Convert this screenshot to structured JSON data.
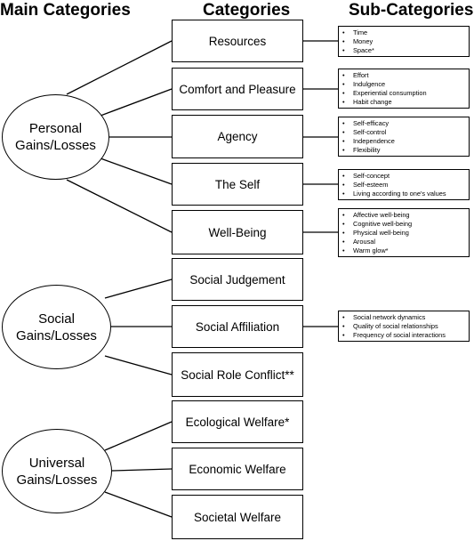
{
  "headers": {
    "main": "Main Categories",
    "categories": "Categories",
    "subcategories": "Sub-Categories"
  },
  "main_categories": [
    {
      "label_line1": "Personal",
      "label_line2": "Gains/Losses"
    },
    {
      "label_line1": "Social",
      "label_line2": "Gains/Losses"
    },
    {
      "label_line1": "Universal",
      "label_line2": "Gains/Losses"
    }
  ],
  "categories": [
    {
      "label": "Resources",
      "sub": [
        "Time",
        "Money",
        "Space*"
      ]
    },
    {
      "label": "Comfort and Pleasure",
      "sub": [
        "Effort",
        "Indulgence",
        "Experiential consumption",
        "Habit change"
      ]
    },
    {
      "label": "Agency",
      "sub": [
        "Self-efficacy",
        "Self-control",
        "Independence",
        "Flexibility"
      ]
    },
    {
      "label": "The Self",
      "sub": [
        "Self-concept",
        "Self-esteem",
        "Living according to one's values"
      ]
    },
    {
      "label": "Well-Being",
      "sub": [
        "Affective well-being",
        "Cognitive well-being",
        "Physical well-being",
        "Arousal",
        "Warm glow*"
      ]
    },
    {
      "label": "Social Judgement"
    },
    {
      "label": "Social Affiliation",
      "sub": [
        "Social network dynamics",
        "Quality of social relationships",
        "Frequency of social interactions"
      ]
    },
    {
      "label": "Social Role Conflict**"
    },
    {
      "label": "Ecological Welfare*"
    },
    {
      "label": "Economic Welfare"
    },
    {
      "label": "Societal Welfare"
    }
  ]
}
